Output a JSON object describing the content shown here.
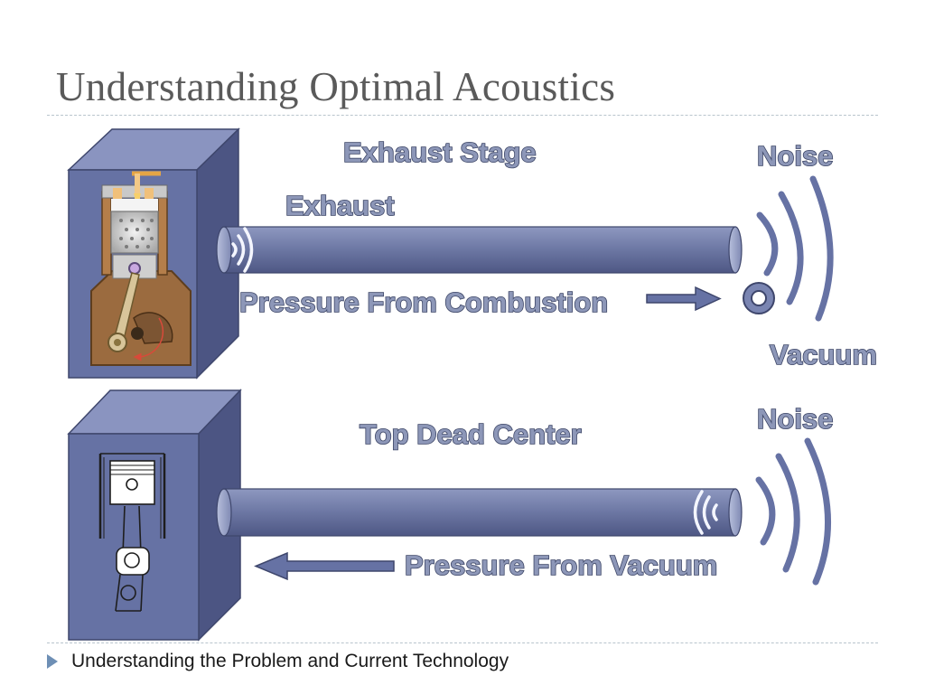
{
  "slide": {
    "title": "Understanding Optimal Acoustics",
    "bullet": "Understanding the Problem and Current Technology"
  },
  "top_panel": {
    "stage_label": "Exhaust Stage",
    "flow_label": "Exhaust",
    "pressure_label": "Pressure From Combustion",
    "noise_label": "Noise",
    "vacuum_label": "Vacuum"
  },
  "bottom_panel": {
    "stage_label": "Top Dead Center",
    "pressure_label": "Pressure From Vacuum",
    "noise_label": "Noise"
  },
  "colors": {
    "box_front": "#6672a4",
    "box_side": "#4c5583",
    "pipe": "#6f7aa6",
    "label_fill": "#8d97b8",
    "label_stroke": "#3c4566",
    "engine_brown": "#9b6b3f",
    "bullet": "#6e8fb5"
  },
  "icons": [
    "engine-cylinder-icon",
    "piston-icon",
    "sound-wave-icon",
    "arrow-right-icon",
    "arrow-left-icon",
    "vacuum-ring-icon"
  ]
}
